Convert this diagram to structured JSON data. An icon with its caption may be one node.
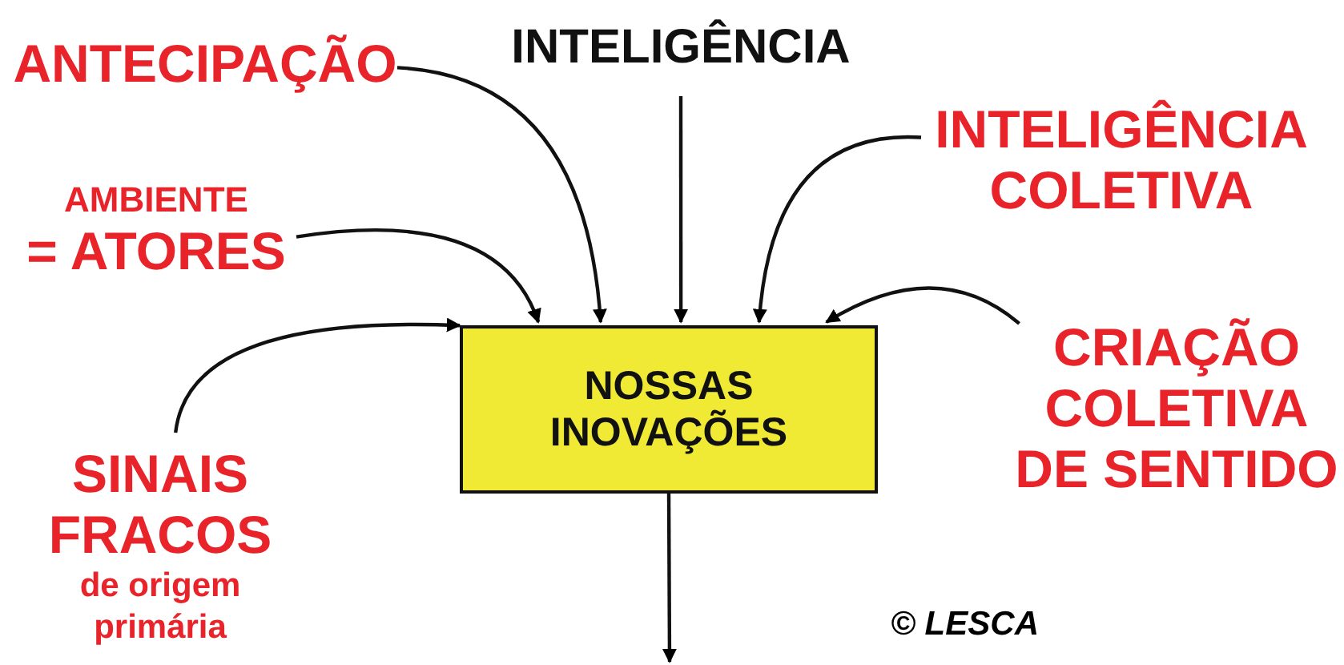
{
  "diagram": {
    "nodes": [
      {
        "text": [
          "ANTECIPAÇÃO"
        ]
      },
      {
        "text": [
          "INTELIGÊNCIA"
        ]
      },
      {
        "text": [
          "INTELIGÊNCIA COLETIVA"
        ]
      },
      {
        "text": [
          "AMBIENTE",
          "= ATORES"
        ]
      },
      {
        "text": [
          "NOSSAS INOVAÇÕES"
        ]
      },
      {
        "text": [
          "CRIAÇÃO COLETIVA DE SENTIDO"
        ]
      },
      {
        "text": [
          "SINAIS FRACOS",
          "de origem primária"
        ]
      }
    ],
    "edges": [
      {
        "from": 0,
        "to": 4,
        "arrow": "to"
      },
      {
        "from": 1,
        "to": 4,
        "arrow": "to"
      },
      {
        "from": 2,
        "to": 4,
        "arrow": "to"
      },
      {
        "from": 3,
        "to": 4,
        "arrow": "to"
      },
      {
        "from": 5,
        "to": 4,
        "arrow": "to"
      },
      {
        "from": 6,
        "to": 4,
        "arrow": "to"
      },
      {
        "from": 4,
        "to": null,
        "arrow": "to"
      }
    ],
    "labels": [
      "© LESCA"
    ]
  }
}
